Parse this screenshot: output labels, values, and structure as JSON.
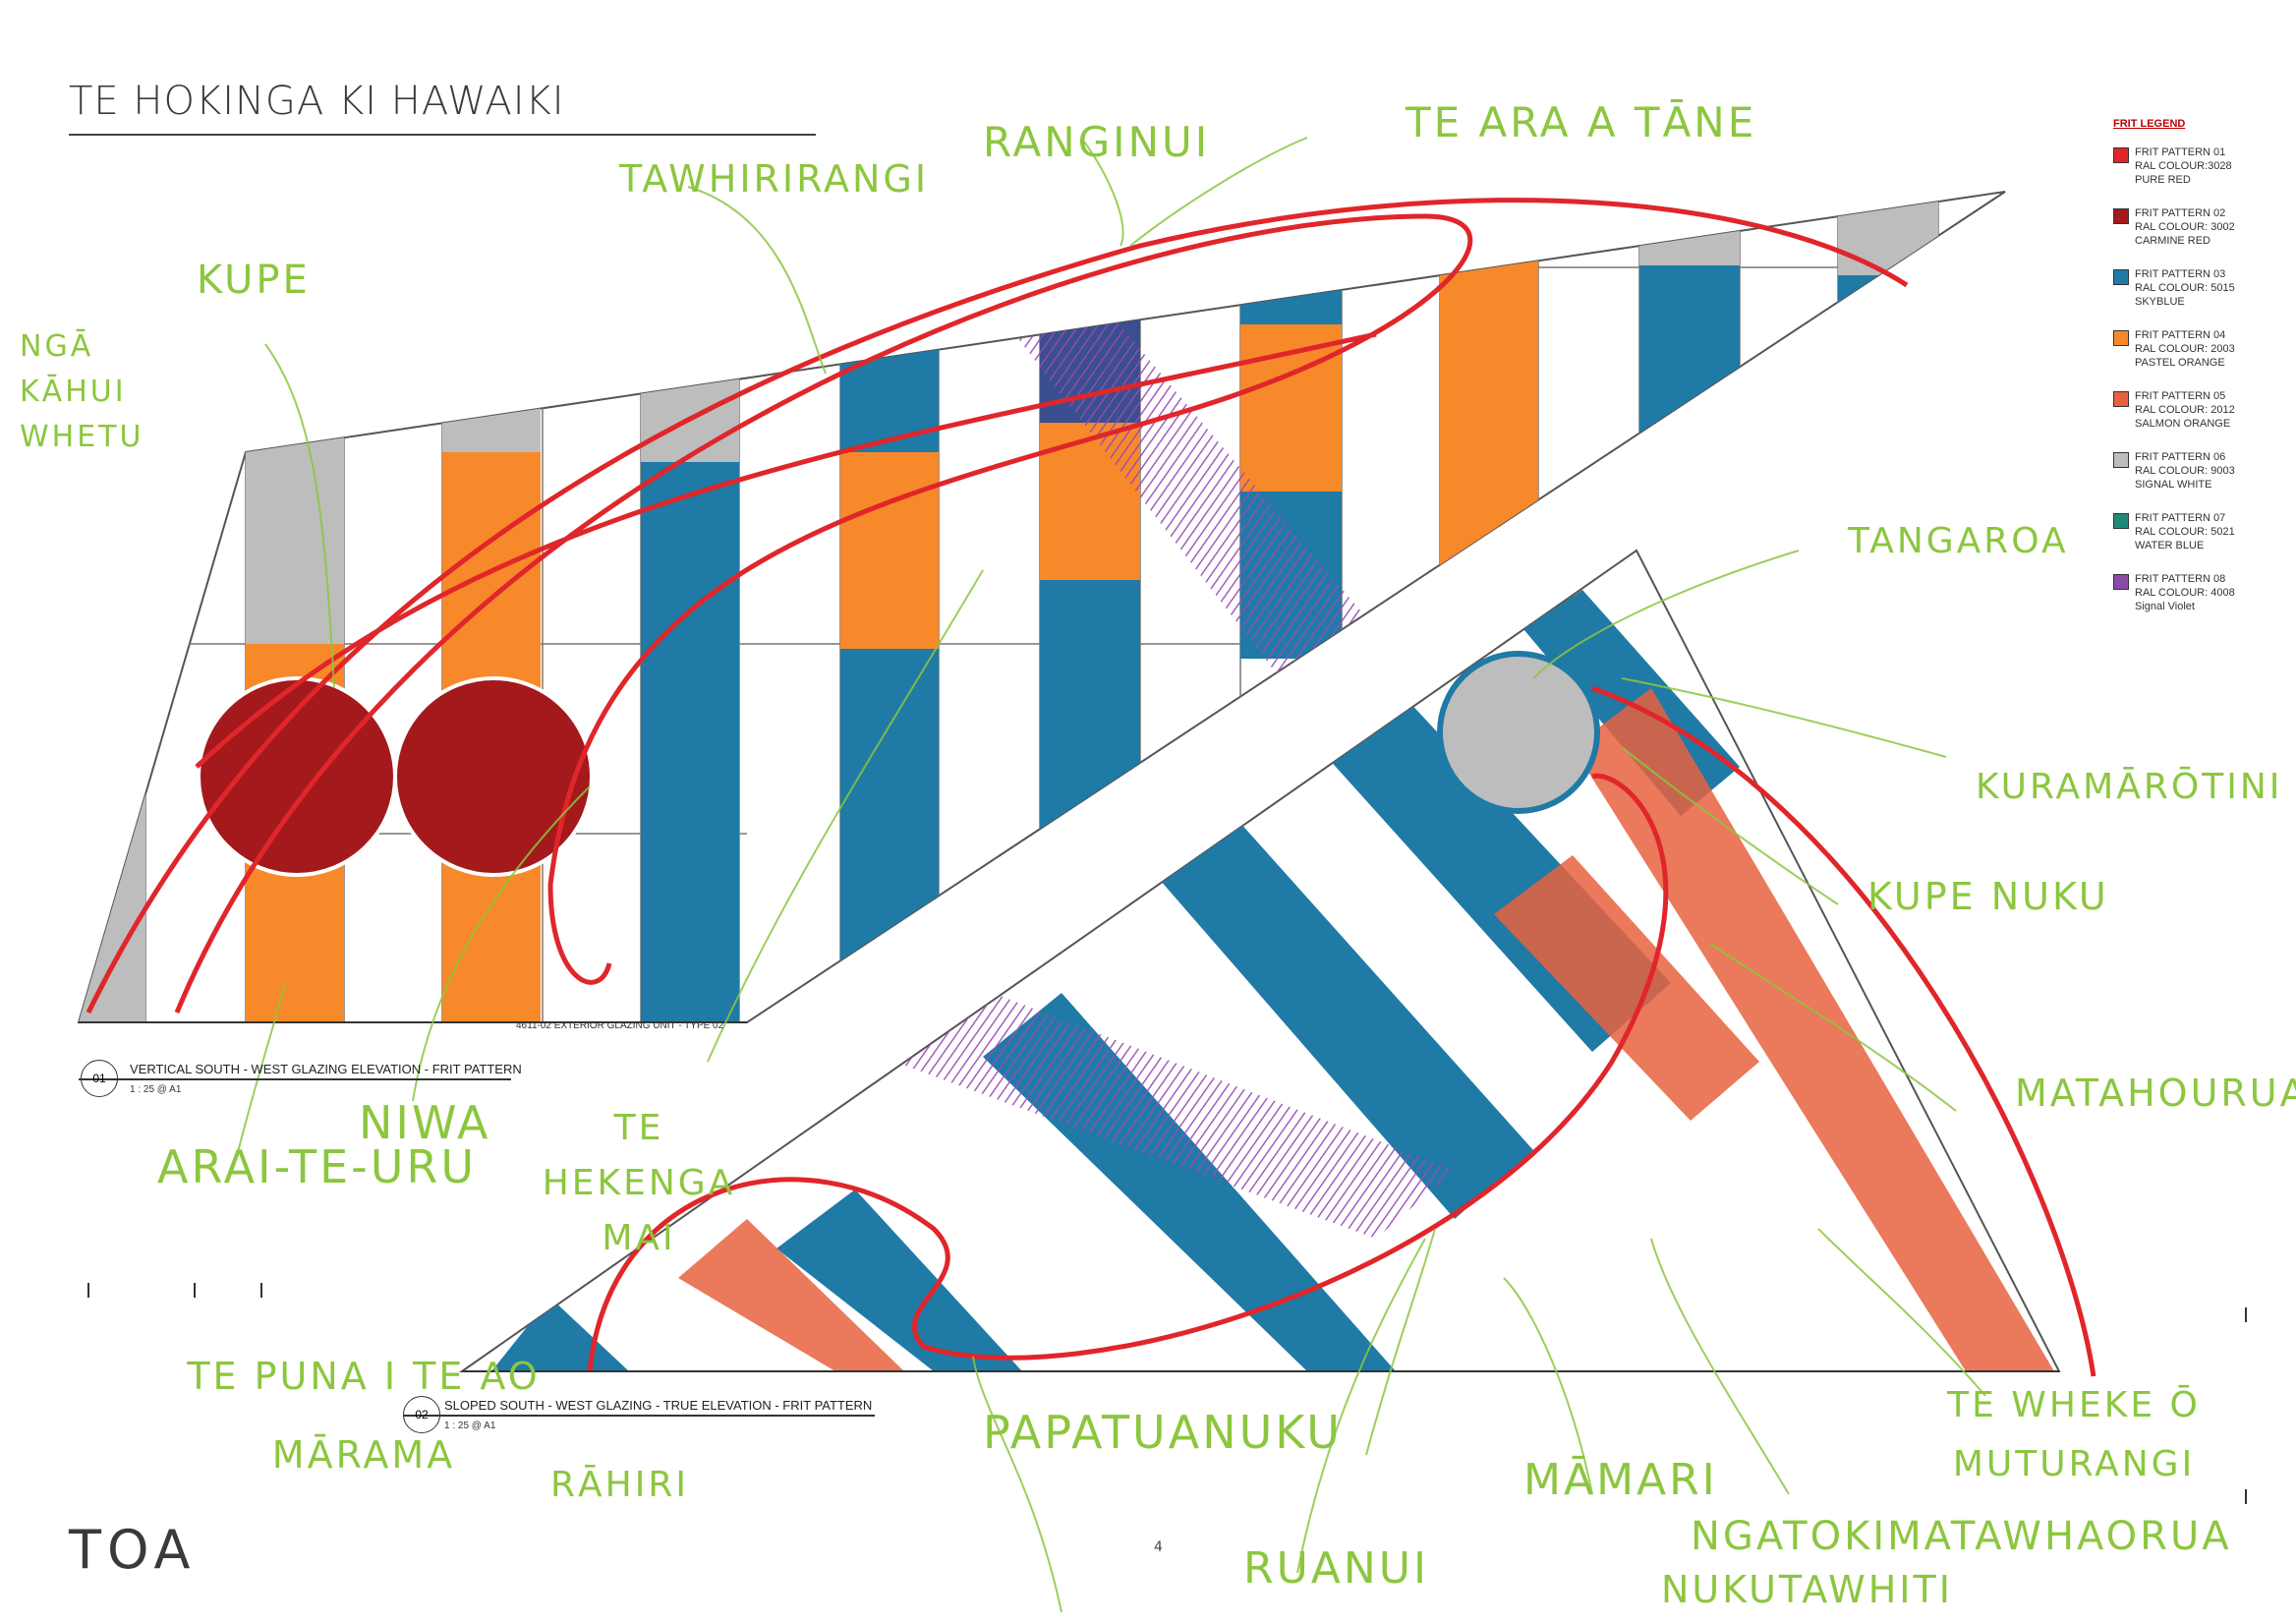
{
  "title": "TE HOKINGA KI HAWAIKI",
  "brand": "TOA",
  "page_number": "4",
  "legend": {
    "title": "FRIT LEGEND",
    "items": [
      {
        "name": "FRIT PATTERN 01",
        "ral": "RAL COLOUR:3028",
        "colour_name": "PURE RED",
        "color": "#e0262a"
      },
      {
        "name": "FRIT PATTERN 02",
        "ral": "RAL COLOUR: 3002",
        "colour_name": "CARMINE RED",
        "color": "#a3191c"
      },
      {
        "name": "FRIT PATTERN 03",
        "ral": "RAL COLOUR: 5015",
        "colour_name": "SKYBLUE",
        "color": "#1f7aa6"
      },
      {
        "name": "FRIT PATTERN 04",
        "ral": "RAL COLOUR: 2003",
        "colour_name": "PASTEL ORANGE",
        "color": "#f7892a"
      },
      {
        "name": "FRIT PATTERN 05",
        "ral": "RAL COLOUR: 2012",
        "colour_name": "SALMON ORANGE",
        "color": "#e8623f"
      },
      {
        "name": "FRIT PATTERN 06",
        "ral": "RAL COLOUR: 9003",
        "colour_name": "SIGNAL WHITE",
        "color": "#bdbdbd"
      },
      {
        "name": "FRIT PATTERN 07",
        "ral": "RAL COLOUR: 5021",
        "colour_name": "WATER BLUE",
        "color": "#1d8a7a"
      },
      {
        "name": "FRIT PATTERN 08",
        "ral": "RAL COLOUR: 4008",
        "colour_name": "Signal Violet",
        "color": "#8c4aa6"
      }
    ]
  },
  "captions": [
    {
      "num": "01",
      "text": "VERTICAL SOUTH - WEST GLAZING ELEVATION - FRIT PATTERN",
      "scale": "1 : 25 @ A1"
    },
    {
      "num": "02",
      "text": "SLOPED SOUTH - WEST GLAZING - TRUE ELEVATION - FRIT PATTERN",
      "scale": "1 : 25 @ A1"
    }
  ],
  "unit_label": "4611-02 EXTERIOR GLAZING UNIT - TYPE 02",
  "annotations": [
    "NGĀ KĀHUI WHETU",
    "KUPE",
    "TAWHIRIRANGI",
    "RANGINUI",
    "TE ARA A TĀNE",
    "TANGAROA",
    "KURAMĀRŌTINI",
    "KUPE NUKU",
    "MATAHOURUA",
    "TE WHEKE Ō MUTURANGI",
    "NGATOKIMATAWHAORUA",
    "NUKUTAWHITI",
    "MĀMARI",
    "RUANUI",
    "PAPATUANUKU",
    "RĀHIRI",
    "TE PUNA I TE AO MĀRAMA",
    "ARAI-TE-URU",
    "NIWA",
    "TE HEKENGA MAI"
  ]
}
